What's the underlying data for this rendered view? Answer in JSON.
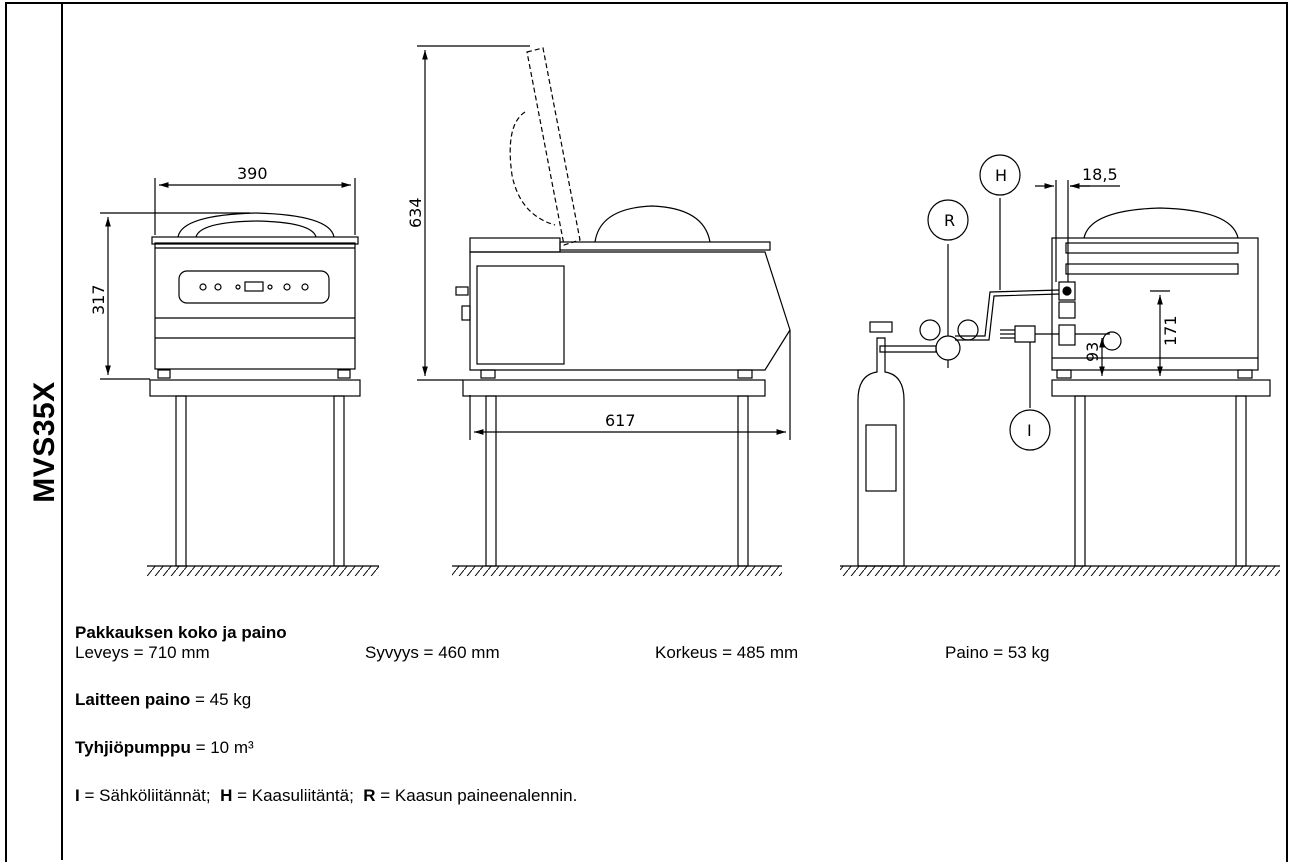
{
  "model": "MVS35X",
  "drawing": {
    "dim_width": "390",
    "dim_height": "317",
    "dim_open_height": "634",
    "dim_depth": "617",
    "dim_offset": "18,5",
    "dim_connection_height": "171",
    "dim_power_height": "93",
    "label_R": "R",
    "label_H": "H",
    "label_I": "I"
  },
  "package": {
    "title": "Pakkauksen koko ja paino",
    "width": "Leveys = 710 mm",
    "depth": "Syvyys = 460 mm",
    "height": "Korkeus = 485 mm",
    "weight": "Paino = 53 kg"
  },
  "device_weight": {
    "label": "Laitteen paino",
    "value": " = 45 kg"
  },
  "vacuum_pump": {
    "label": "Tyhjiöpumppu",
    "value": " = 10 m³"
  },
  "legend": {
    "i_key": "I",
    "i_text": " = Sähköliitännät;  ",
    "h_key": "H",
    "h_text": " = Kaasuliitäntä;  ",
    "r_key": "R",
    "r_text": " = Kaasun paineenalennin."
  }
}
